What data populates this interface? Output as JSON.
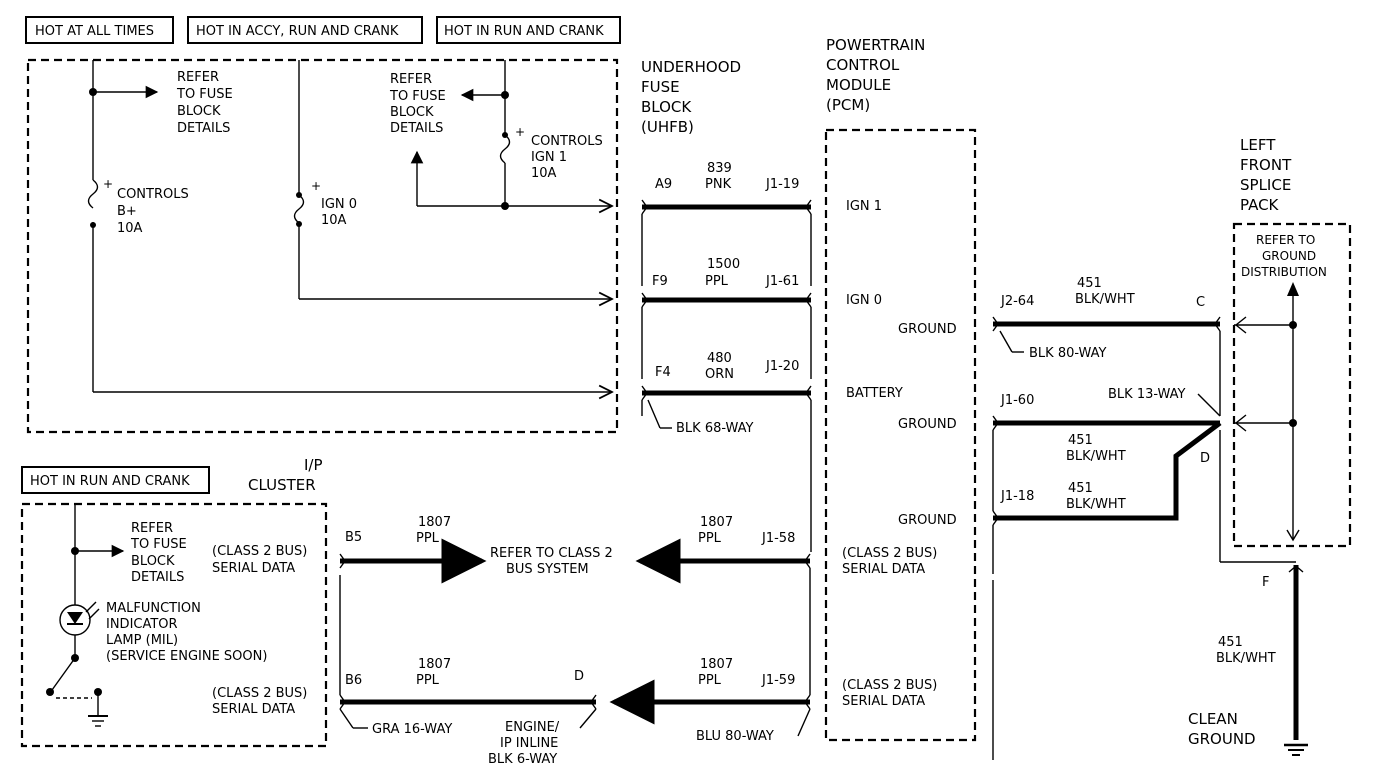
{
  "header_labels": {
    "hot_at_all_times": "HOT AT ALL TIMES",
    "hot_accy_run_crank": "HOT IN ACCY, RUN AND CRANK",
    "hot_run_crank": "HOT IN RUN AND CRANK",
    "hot_run_crank_cluster": "HOT IN RUN AND CRANK"
  },
  "fuse_block_refs": {
    "refer": "REFER",
    "to_fuse": "TO FUSE",
    "block": "BLOCK",
    "details": "DETAILS"
  },
  "fuses": {
    "controls_b": {
      "line1": "CONTROLS",
      "line2": "B+",
      "line3": "10A"
    },
    "ign0": {
      "line1": "IGN 0",
      "line2": "10A"
    },
    "controls_ign1": {
      "line1": "CONTROLS",
      "line2": "IGN 1",
      "line3": "10A"
    }
  },
  "uhfb": {
    "line1": "UNDERHOOD",
    "line2": "FUSE",
    "line3": "BLOCK",
    "line4": "(UHFB)"
  },
  "pcm": {
    "line1": "POWERTRAIN",
    "line2": "CONTROL",
    "line3": "MODULE",
    "line4": "(PCM)"
  },
  "lfsp": {
    "line1": "LEFT",
    "line2": "FRONT",
    "line3": "SPLICE",
    "line4": "PACK"
  },
  "ground_dist": {
    "line1": "REFER TO",
    "line2": "GROUND",
    "line3": "DISTRIBUTION"
  },
  "circuits": {
    "ign1": {
      "pin": "A9",
      "num": "839",
      "color": "PNK",
      "pcm_pin": "J1-19",
      "pcm_label": "IGN 1"
    },
    "ign0": {
      "pin": "F9",
      "num": "1500",
      "color": "PPL",
      "pcm_pin": "J1-61",
      "pcm_label": "IGN 0"
    },
    "battery": {
      "pin": "F4",
      "num": "480",
      "color": "ORN",
      "pcm_pin": "J1-20",
      "pcm_label": "BATTERY"
    },
    "uhfb_connector": "BLK 68-WAY"
  },
  "grounds": {
    "g1": {
      "pin": "J2-64",
      "num": "451",
      "color": "BLK/WHT",
      "label": "GROUND",
      "splice": "C",
      "connector": "BLK 80-WAY"
    },
    "g2": {
      "pin": "J1-60",
      "num": "451",
      "color": "BLK/WHT",
      "label": "GROUND",
      "connector": "BLK 13-WAY",
      "splice": "D"
    },
    "g3": {
      "pin": "J1-18",
      "num": "451",
      "color": "BLK/WHT",
      "label": "GROUND"
    },
    "clean": {
      "splice": "F",
      "num": "451",
      "color": "BLK/WHT",
      "line1": "CLEAN",
      "line2": "GROUND"
    }
  },
  "cluster": {
    "line1": "I/P",
    "line2": "CLUSTER",
    "mil": {
      "line1": "MALFUNCTION",
      "line2": "INDICATOR",
      "line3": "LAMP (MIL)",
      "line4": "(SERVICE ENGINE SOON)"
    },
    "serial1": {
      "line1": "(CLASS 2 BUS)",
      "line2": "SERIAL DATA",
      "pin": "B5"
    },
    "serial2": {
      "line1": "(CLASS 2 BUS)",
      "line2": "SERIAL DATA",
      "pin": "B6"
    },
    "connector": "GRA 16-WAY"
  },
  "class2": {
    "w1": {
      "num": "1807",
      "color": "PPL"
    },
    "w2": {
      "num": "1807",
      "color": "PPL",
      "pcm_pin": "J1-58"
    },
    "w3": {
      "num": "1807",
      "color": "PPL"
    },
    "w4": {
      "num": "1807",
      "color": "PPL",
      "pcm_pin": "J1-59"
    },
    "refer_line1": "REFER TO CLASS 2",
    "refer_line2": "BUS SYSTEM",
    "inline_pin": "D",
    "inline": {
      "line1": "ENGINE/",
      "line2": "IP INLINE",
      "line3": "BLK 6-WAY"
    },
    "pcm_connector": "BLU 80-WAY",
    "pcm_serial1": {
      "line1": "(CLASS 2 BUS)",
      "line2": "SERIAL DATA"
    },
    "pcm_serial2": {
      "line1": "(CLASS 2 BUS)",
      "line2": "SERIAL DATA"
    }
  },
  "symbols": {
    "plus": "+"
  }
}
